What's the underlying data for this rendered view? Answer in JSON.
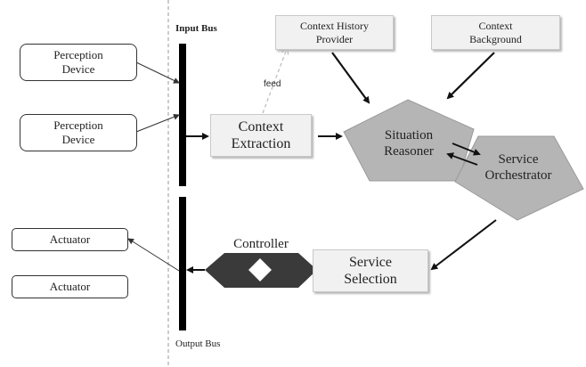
{
  "diagram": {
    "input_bus_label": "Input Bus",
    "output_bus_label": "Output Bus",
    "perception_devices": [
      {
        "line1": "Perception",
        "line2": "Device"
      },
      {
        "line1": "Perception",
        "line2": "Device"
      }
    ],
    "actuators": [
      "Actuator",
      "Actuator"
    ],
    "context_extraction": {
      "line1": "Context",
      "line2": "Extraction"
    },
    "context_history": {
      "line1": "Context History",
      "line2": "Provider"
    },
    "context_background": {
      "line1": "Context",
      "line2": "Background"
    },
    "situation_reasoner": {
      "line1": "Situation",
      "line2": "Reasoner"
    },
    "service_orchestrator": {
      "line1": "Service",
      "line2": "Orchestrator"
    },
    "service_selection": {
      "line1": "Service",
      "line2": "Selection"
    },
    "controller_label": "Controller",
    "feed_label": "feed",
    "colors": {
      "pentagon_fill": "#b5b5b5",
      "controller_fill": "#3a3a3a",
      "box_fill": "#f1f1f1",
      "bus": "#000000"
    }
  }
}
